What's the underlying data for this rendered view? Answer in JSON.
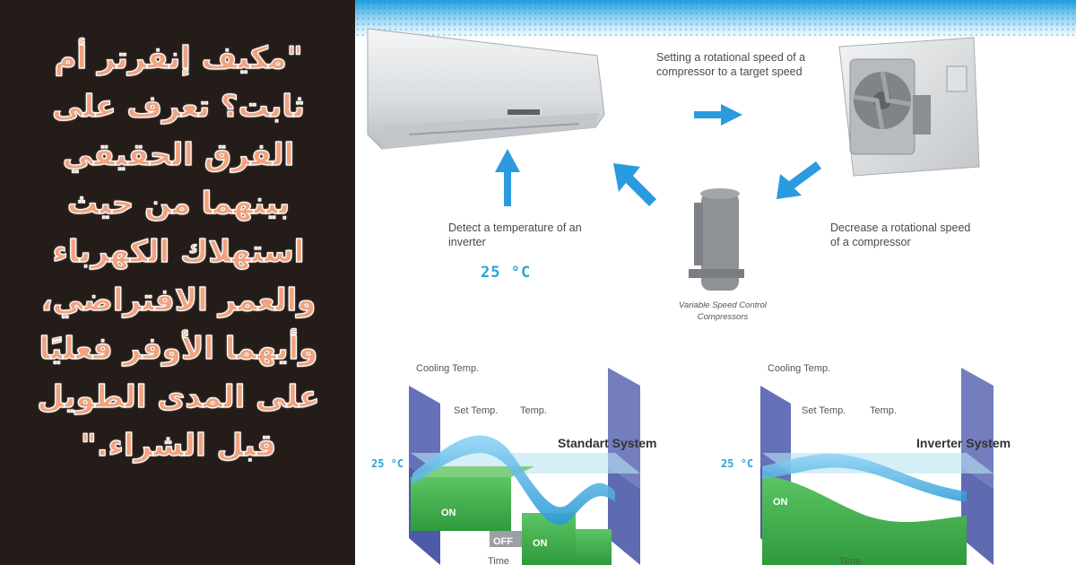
{
  "headline": "\"مكيف إنفرتر أم ثابت؟ تعرف على الفرق الحقيقي بينهما من حيث استهلاك الكهرباء والعمر الافتراضي، وأيهما الأوفر فعليًا على المدى الطويل قبل الشراء.\"",
  "diagram": {
    "setting_caption": "Setting a rotational speed of a compressor to a target speed",
    "detect_caption": "Detect a temperature of an inverter",
    "decrease_caption": "Decrease a rotational speed of a compressor",
    "temp_readout": "25 °C",
    "compressor_label": "Variable Speed Control Compressors"
  },
  "standard_system": {
    "title": "Standart System",
    "cooling_temp_label": "Cooling Temp.",
    "set_temp_label": "Set Temp.",
    "temp_label": "Temp.",
    "axis_temp": "25 °C",
    "on_label_1": "ON",
    "off_label": "OFF",
    "on_label_2": "ON",
    "time_label": "Time"
  },
  "inverter_system": {
    "title": "Inverter System",
    "cooling_temp_label": "Cooling Temp.",
    "set_temp_label": "Set Temp.",
    "temp_label": "Temp.",
    "axis_temp": "25 °C",
    "on_label": "ON",
    "time_label": "Time"
  },
  "colors": {
    "left_bg": "#231c19",
    "headline_fill": "#f1a37e",
    "accent_blue": "#2aa3d8",
    "on_green": "#3bb34a",
    "wall_purple": "#4e5aa8"
  }
}
